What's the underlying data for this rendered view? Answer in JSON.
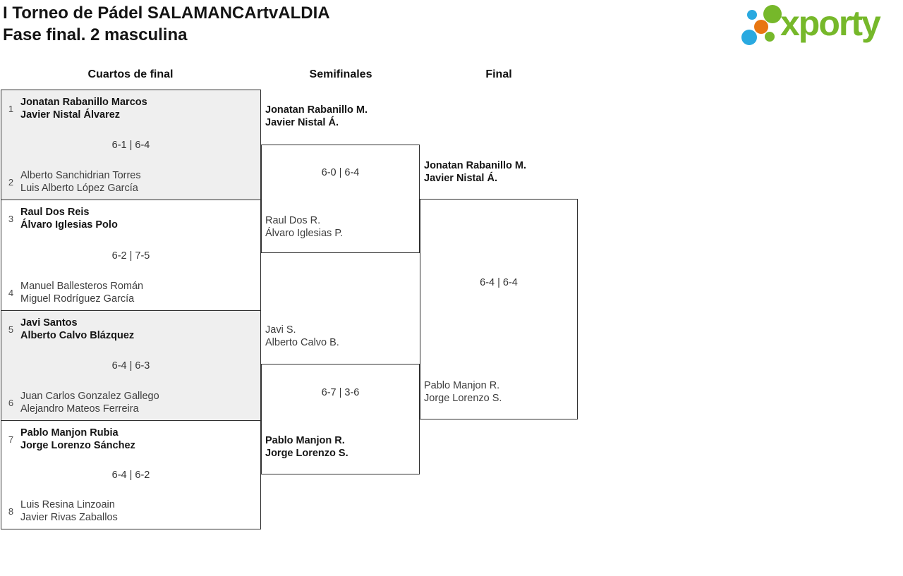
{
  "page": {
    "title_line1": "I Torneo de Pádel SALAMANCArtvALDIA",
    "title_line2": "Fase final. 2 masculina"
  },
  "logo": {
    "text": "xporty"
  },
  "round_headers": {
    "quarterfinals": "Cuartos de final",
    "semifinals": "Semifinales",
    "final": "Final"
  },
  "colors": {
    "logo_green": "#76b82a",
    "logo_blue": "#29a9e0",
    "logo_orange": "#e87611",
    "match_shaded_bg": "#efefef",
    "box_border": "#2e2e2e"
  },
  "bracket": {
    "quarterfinals": [
      {
        "seed_top": "1",
        "team_top_1": "Jonatan Rabanillo Marcos",
        "team_top_2": "Javier Nistal Álvarez",
        "top_winner": true,
        "score": "6-1 | 6-4",
        "seed_bottom": "2",
        "team_bottom_1": "Alberto Sanchidrian Torres",
        "team_bottom_2": "Luis Alberto López García",
        "bottom_winner": false
      },
      {
        "seed_top": "3",
        "team_top_1": "Raul Dos Reis",
        "team_top_2": "Álvaro Iglesias Polo",
        "top_winner": true,
        "score": "6-2 | 7-5",
        "seed_bottom": "4",
        "team_bottom_1": "Manuel Ballesteros Román",
        "team_bottom_2": "Miguel Rodríguez García",
        "bottom_winner": false
      },
      {
        "seed_top": "5",
        "team_top_1": "Javi Santos",
        "team_top_2": "Alberto Calvo Blázquez",
        "top_winner": true,
        "score": "6-4 | 6-3",
        "seed_bottom": "6",
        "team_bottom_1": "Juan Carlos Gonzalez Gallego",
        "team_bottom_2": "Alejandro Mateos Ferreira",
        "bottom_winner": false
      },
      {
        "seed_top": "7",
        "team_top_1": "Pablo Manjon Rubia",
        "team_top_2": "Jorge Lorenzo Sánchez",
        "top_winner": true,
        "score": "6-4 | 6-2",
        "seed_bottom": "8",
        "team_bottom_1": "Luis Resina Linzoain",
        "team_bottom_2": "Javier Rivas Zaballos",
        "bottom_winner": false
      }
    ],
    "semifinals": [
      {
        "team_top_1": "Jonatan Rabanillo M.",
        "team_top_2": "Javier Nistal Á.",
        "top_winner": true,
        "score": "6-0 | 6-4",
        "team_bottom_1": "Raul Dos R.",
        "team_bottom_2": "Álvaro Iglesias P.",
        "bottom_winner": false
      },
      {
        "team_top_1": "Javi S.",
        "team_top_2": "Alberto Calvo B.",
        "top_winner": false,
        "score": "6-7 | 3-6",
        "team_bottom_1": "Pablo Manjon R.",
        "team_bottom_2": "Jorge Lorenzo S.",
        "bottom_winner": true
      }
    ],
    "final": {
      "team_top_1": "Jonatan Rabanillo M.",
      "team_top_2": "Javier Nistal Á.",
      "top_winner": true,
      "score": "6-4 | 6-4",
      "team_bottom_1": "Pablo Manjon R.",
      "team_bottom_2": "Jorge Lorenzo S.",
      "bottom_winner": false
    }
  }
}
